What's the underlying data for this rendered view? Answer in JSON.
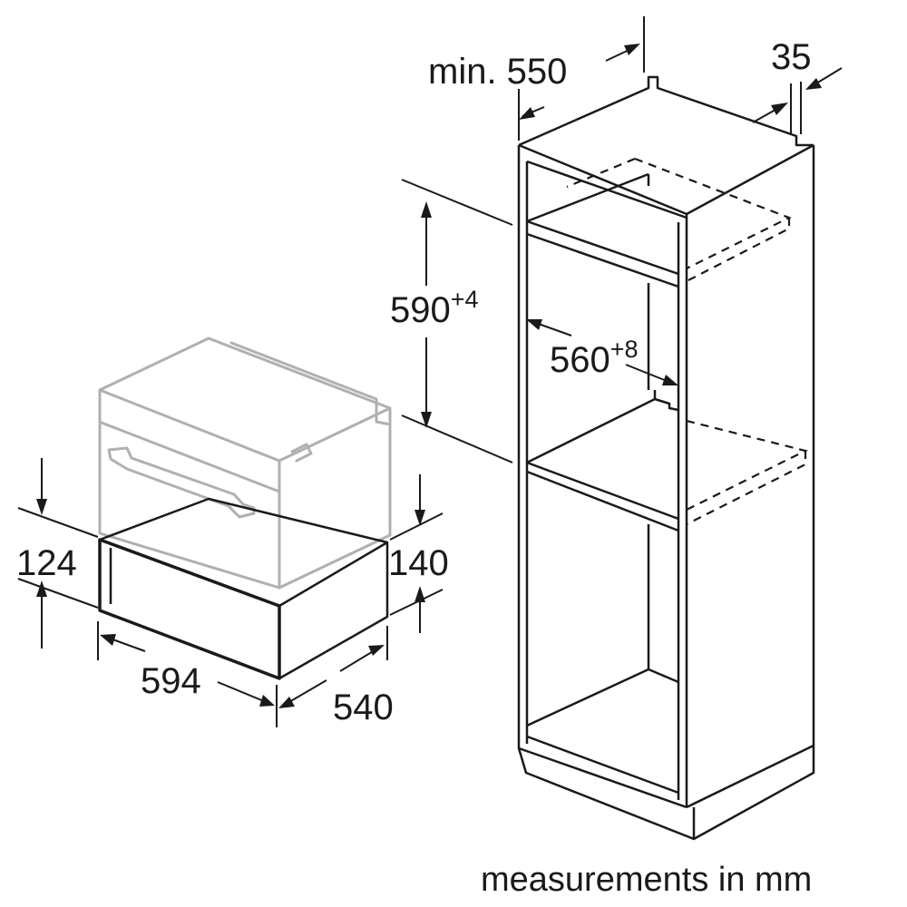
{
  "dimensions": {
    "drawer_height": "124",
    "unit_height": "140",
    "drawer_width": "594",
    "drawer_depth": "540",
    "niche_depth": "min. 550",
    "side_gap": "35",
    "niche_height": "590",
    "niche_height_tolerance": "+4",
    "niche_width": "560",
    "niche_width_tolerance": "+8"
  },
  "footer": {
    "units_note": "measurements in mm"
  }
}
